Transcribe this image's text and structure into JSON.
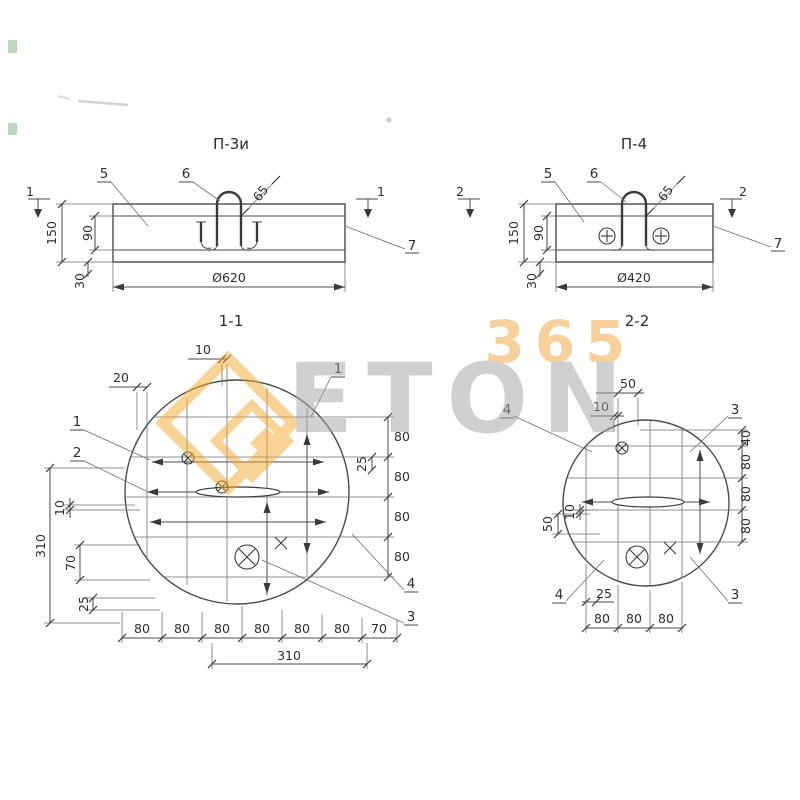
{
  "watermark": {
    "num": "365",
    "brand": "ETON"
  },
  "drawing": {
    "p3": {
      "title": "П-3и",
      "mark": "1",
      "d150": "150",
      "d90": "90",
      "d30": "30",
      "d65": "65",
      "dia": "Ø620",
      "l5": "5",
      "l6": "6",
      "l7": "7"
    },
    "p4": {
      "title": "П-4",
      "mark": "2",
      "d150": "150",
      "d90": "90",
      "d30": "30",
      "d65": "65",
      "dia": "Ø420",
      "l5": "5",
      "l6": "6",
      "l7": "7"
    },
    "s11": {
      "title": "1-1",
      "top": [
        "20",
        "10"
      ],
      "left": [
        "310",
        "10",
        "70",
        "25"
      ],
      "right": [
        "80",
        "25",
        "80",
        "80",
        "80"
      ],
      "bottom": [
        "80",
        "80",
        "80",
        "80",
        "80",
        "80",
        "70"
      ],
      "total": "310",
      "labels": [
        "1",
        "1",
        "2",
        "4",
        "3"
      ]
    },
    "s22": {
      "title": "2-2",
      "top": [
        "50",
        "10"
      ],
      "left": [
        "50",
        "10",
        "25"
      ],
      "right": [
        "40",
        "80",
        "80",
        "80"
      ],
      "bottom": [
        "80",
        "80",
        "80"
      ],
      "labels": [
        "4",
        "3",
        "4",
        "3"
      ]
    }
  }
}
